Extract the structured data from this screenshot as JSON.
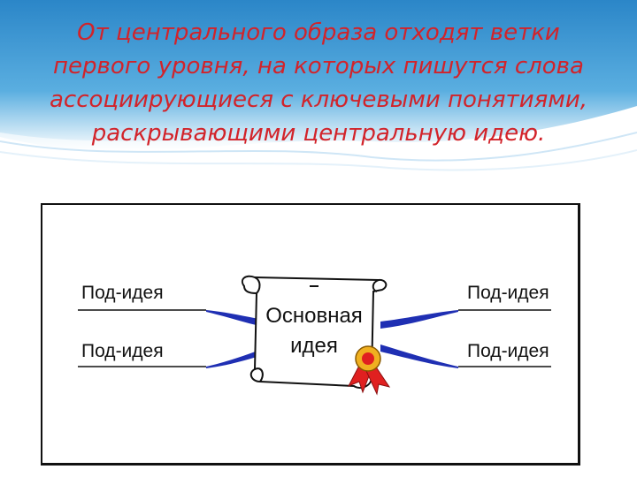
{
  "heading": {
    "line1": "От центрального образа отходят ветки",
    "line2": "первого уровня, на которых пишутся слова",
    "line3": "ассоциирующиеся с ключевыми понятиями,",
    "line4": "раскрывающими центральную идею."
  },
  "diagram": {
    "center_line1": "Основная",
    "center_line2": "идея",
    "branches": {
      "top_left": "Под-идея",
      "bottom_left": "Под-идея",
      "top_right": "Под-идея",
      "bottom_right": "Под-идея"
    }
  },
  "colors": {
    "banner_blue": "#2f8fcf",
    "heading_red": "#d2232a",
    "branch_blue": "#1f2fb3",
    "ribbon_red": "#e02020",
    "seal_gold": "#f0b020"
  }
}
